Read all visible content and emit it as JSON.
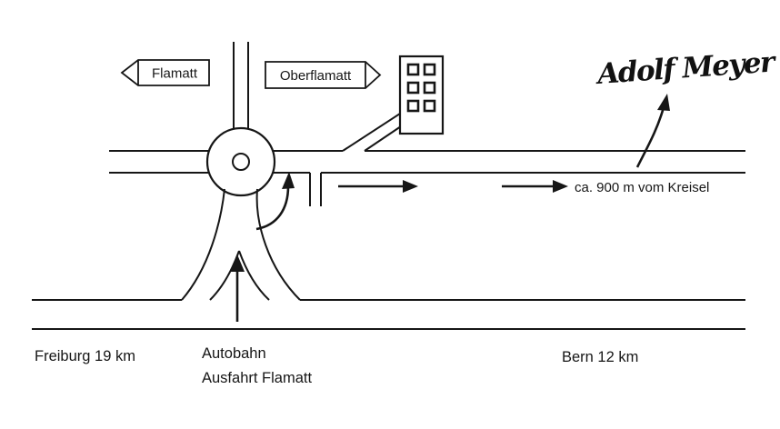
{
  "signs": {
    "flamatt": "Flamatt",
    "oberflamatt": "Oberflamatt"
  },
  "logo_text": "Adolf Meyer",
  "route_note": "ca. 900 m vom Kreisel",
  "labels": {
    "freiburg": "Freiburg 19 km",
    "autobahn": "Autobahn",
    "ausfahrt": "Ausfahrt Flamatt",
    "bern": "Bern 12 km"
  },
  "icons": {
    "roundabout": "roundabout-circle",
    "building": "building-icon",
    "direction_arrows": "right-arrow-icons",
    "exit_arrow": "up-arrow-icon",
    "roundabout_exit_arrow": "curved-arrow-icon",
    "logo_pointer": "curved-up-arrow-icon"
  },
  "colors": {
    "ink": "#161616",
    "background": "#ffffff"
  }
}
